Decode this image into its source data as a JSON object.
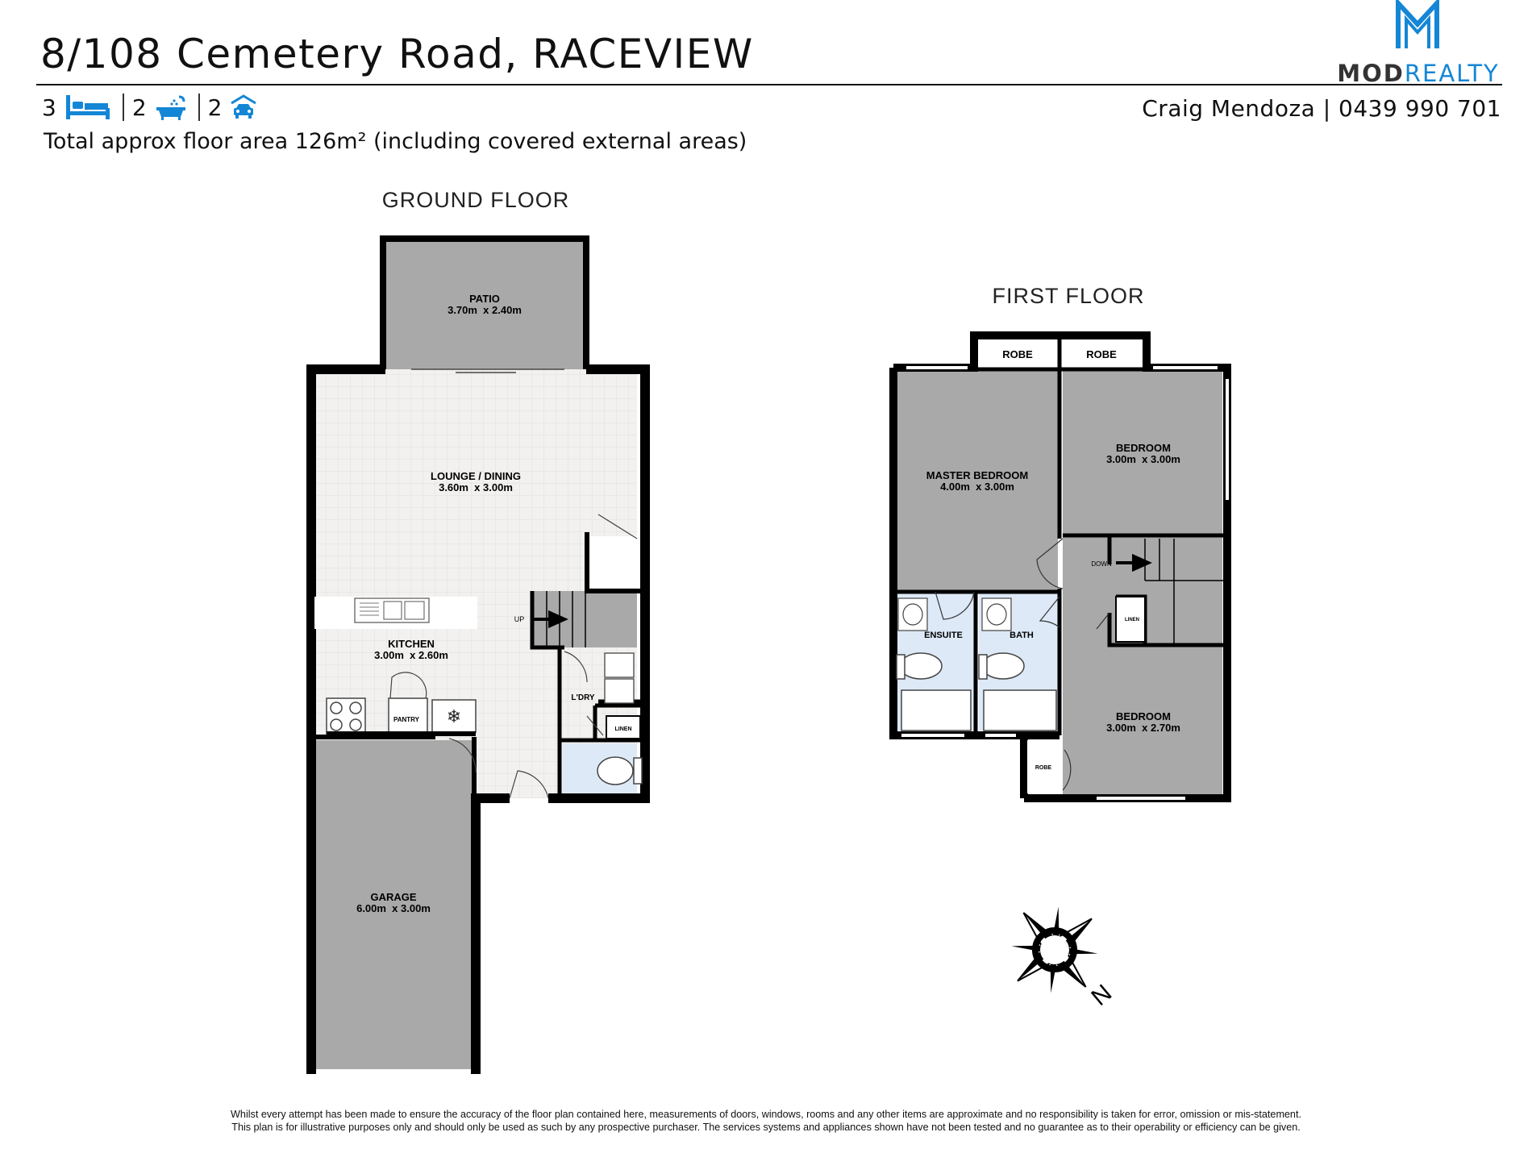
{
  "header": {
    "title": "8/108 Cemetery Road, RACEVIEW",
    "beds": "3",
    "baths": "2",
    "cars": "2",
    "floor_area": "Total approx floor area 126m² (including covered external areas)",
    "agent": "Craig Mendoza | 0439 990 701",
    "brand_left": "MOD",
    "brand_right": "REALTY",
    "icons": [
      "bed-icon",
      "bath-icon",
      "car-icon"
    ]
  },
  "ground_floor": {
    "title": "GROUND FLOOR",
    "patio": {
      "name": "PATIO",
      "size": "3.70m  x 2.40m"
    },
    "lounge": {
      "name": "LOUNGE / DINING",
      "size": "3.60m  x 3.00m"
    },
    "kitchen": {
      "name": "KITCHEN",
      "size": "3.00m  x 2.60m"
    },
    "garage": {
      "name": "GARAGE",
      "size": "6.00m  x 3.00m"
    },
    "laundry": "L'DRY",
    "pantry": "PANTRY",
    "linen": "LINEN",
    "stairs": "UP"
  },
  "first_floor": {
    "title": "FIRST FLOOR",
    "robe_left": "ROBE",
    "robe_right": "ROBE",
    "master": {
      "name": "MASTER BEDROOM",
      "size": "4.00m  x 3.00m"
    },
    "bedroom2": {
      "name": "BEDROOM",
      "size": "3.00m  x 3.00m"
    },
    "bedroom3": {
      "name": "BEDROOM",
      "size": "3.00m  x 2.70m"
    },
    "ensuite": "ENSUITE",
    "bath": "BATH",
    "linen": "LINEN",
    "robe_small": "ROBE",
    "stairs": "DOWN"
  },
  "compass": {
    "label": "N"
  },
  "disclaimer": {
    "line1": "Whilst every attempt has been made to ensure the accuracy of the floor plan contained here, measurements of doors, windows, rooms and any other items are approximate and no responsibility is taken for error, omission or mis-statement.",
    "line2": "This plan is for illustrative purposes only and should only be used as such by any prospective purchaser. The services systems and appliances shown have not been tested and no guarantee as to their operability or efficiency can be given."
  },
  "colors": {
    "wall": "#000000",
    "room_grey": "#a9a9a9",
    "floor_tile": "#f1f0ee",
    "wet_area": "#dde9f7",
    "accent": "#1486d6"
  }
}
